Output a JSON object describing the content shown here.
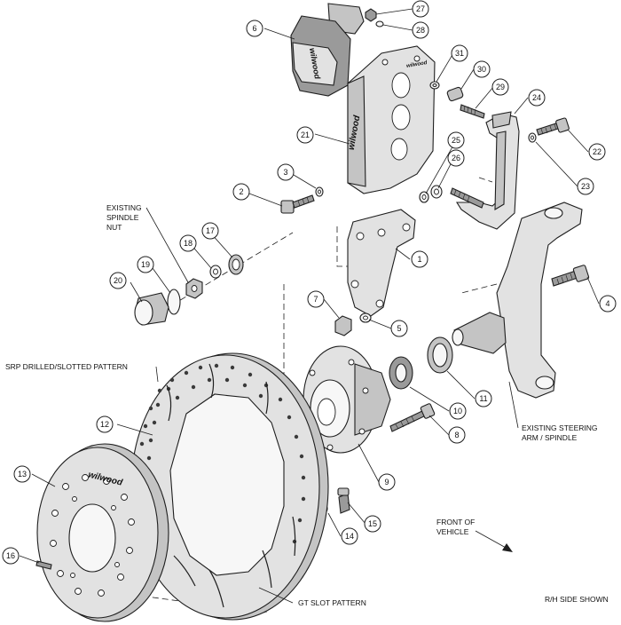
{
  "logos": {
    "pad": "wilwood",
    "caliper": "wilwood",
    "caliper_side": "wilwood",
    "hat": "wilwood"
  },
  "callouts": [
    "1",
    "2",
    "3",
    "4",
    "5",
    "6",
    "7",
    "8",
    "9",
    "10",
    "11",
    "12",
    "13",
    "14",
    "15",
    "16",
    "17",
    "18",
    "19",
    "20",
    "21",
    "22",
    "23",
    "24",
    "25",
    "26",
    "27",
    "28",
    "29",
    "30",
    "31"
  ],
  "labels": {
    "spindle_nut_1": "EXISTING",
    "spindle_nut_2": "SPINDLE",
    "spindle_nut_3": "NUT",
    "srp_pattern": "SRP DRILLED/SLOTTED PATTERN",
    "steering_1": "EXISTING STEERING",
    "steering_2": "ARM / SPINDLE",
    "front_1": "FRONT OF",
    "front_2": "VEHICLE",
    "gt_pattern": "GT SLOT PATTERN",
    "side_shown": "R/H SIDE SHOWN"
  }
}
